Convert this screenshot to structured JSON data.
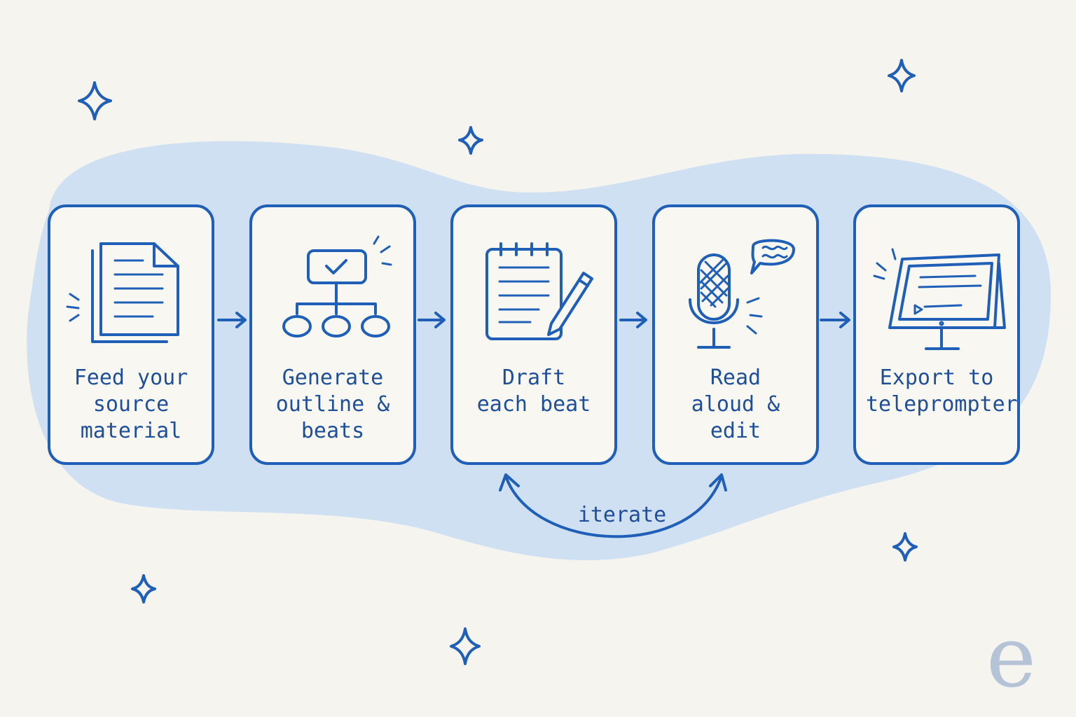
{
  "colors": {
    "background": "#f6f4ee",
    "blob": "#cfe0f3",
    "stroke": "#1f5fb8",
    "text": "#1f4f99",
    "logo": "#b5c3d6"
  },
  "steps": [
    {
      "label": "Feed your\nsource\nmaterial",
      "icon": "document-stack-icon"
    },
    {
      "label": "Generate\noutline &\nbeats",
      "icon": "flowchart-outline-icon"
    },
    {
      "label": "Draft\neach beat",
      "icon": "notepad-pen-icon"
    },
    {
      "label": "Read\naloud &\nedit",
      "icon": "microphone-speech-icon"
    },
    {
      "label": "Export to\nteleprompter",
      "icon": "tablet-teleprompter-icon"
    }
  ],
  "loop": {
    "label": "iterate"
  },
  "logo": {
    "text": "e"
  }
}
